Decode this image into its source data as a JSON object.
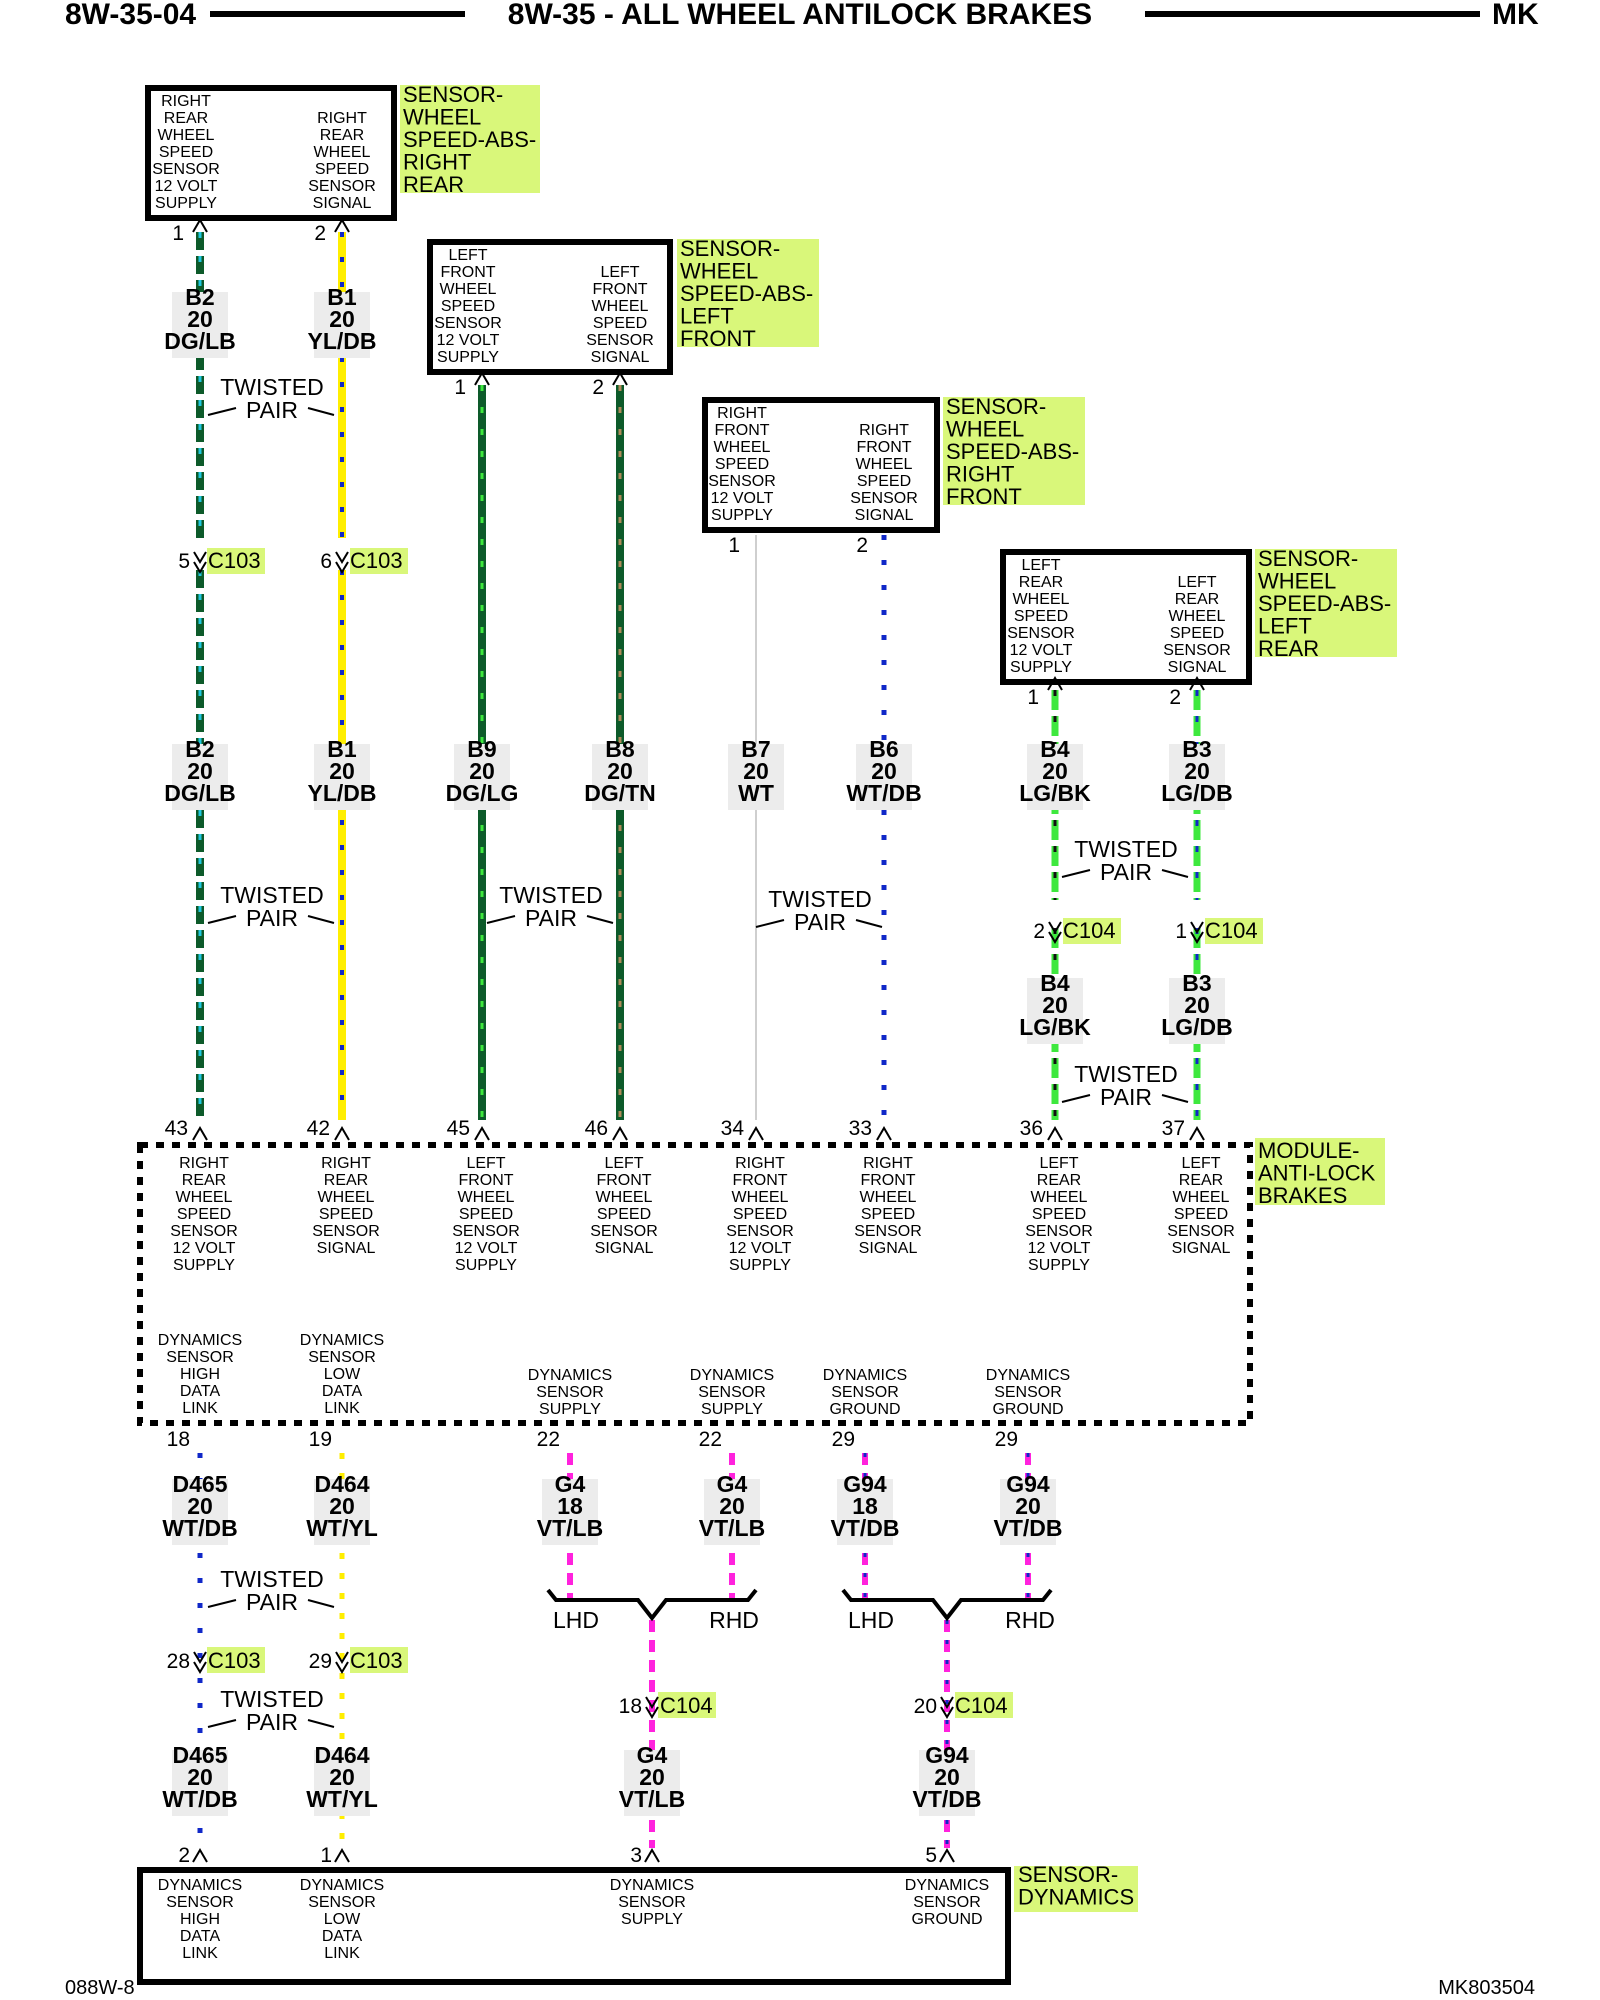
{
  "header": {
    "left": "8W-35-04",
    "title": "8W-35 - ALL WHEEL ANTILOCK BRAKES",
    "right": "MK"
  },
  "footer": {
    "left": "088W-8",
    "right": "MK803504"
  },
  "colors": {
    "DG": "#0d5a2a",
    "LB": "#1ec8e0",
    "YL": "#ffee00",
    "DB": "#1028c8",
    "LG": "#3ee83e",
    "TN": "#b08a5a",
    "WT": "#e8e8e8",
    "BK": "#111111",
    "VT": "#ff22dd",
    "highlight": "#d9f77a"
  },
  "components": [
    {
      "id": "rr",
      "name": [
        "SENSOR-",
        "WHEEL",
        "SPEED-ABS-",
        "RIGHT",
        "REAR"
      ],
      "pins": [
        {
          "num": "1",
          "label": [
            "RIGHT",
            "REAR",
            "WHEEL",
            "SPEED",
            "SENSOR",
            "12 VOLT",
            "SUPPLY"
          ]
        },
        {
          "num": "2",
          "label": [
            "RIGHT",
            "REAR",
            "WHEEL",
            "SPEED",
            "SENSOR",
            "SIGNAL"
          ]
        }
      ]
    },
    {
      "id": "lf",
      "name": [
        "SENSOR-",
        "WHEEL",
        "SPEED-ABS-",
        "LEFT",
        "FRONT"
      ],
      "pins": [
        {
          "num": "1",
          "label": [
            "LEFT",
            "FRONT",
            "WHEEL",
            "SPEED",
            "SENSOR",
            "12 VOLT",
            "SUPPLY"
          ]
        },
        {
          "num": "2",
          "label": [
            "LEFT",
            "FRONT",
            "WHEEL",
            "SPEED",
            "SENSOR",
            "SIGNAL"
          ]
        }
      ]
    },
    {
      "id": "rf",
      "name": [
        "SENSOR-",
        "WHEEL",
        "SPEED-ABS-",
        "RIGHT",
        "FRONT"
      ],
      "pins": [
        {
          "num": "1",
          "label": [
            "RIGHT",
            "FRONT",
            "WHEEL",
            "SPEED",
            "SENSOR",
            "12 VOLT",
            "SUPPLY"
          ]
        },
        {
          "num": "2",
          "label": [
            "RIGHT",
            "FRONT",
            "WHEEL",
            "SPEED",
            "SENSOR",
            "SIGNAL"
          ]
        }
      ]
    },
    {
      "id": "lr",
      "name": [
        "SENSOR-",
        "WHEEL",
        "SPEED-ABS-",
        "LEFT",
        "REAR"
      ],
      "pins": [
        {
          "num": "1",
          "label": [
            "LEFT",
            "REAR",
            "WHEEL",
            "SPEED",
            "SENSOR",
            "12 VOLT",
            "SUPPLY"
          ]
        },
        {
          "num": "2",
          "label": [
            "LEFT",
            "REAR",
            "WHEEL",
            "SPEED",
            "SENSOR",
            "SIGNAL"
          ]
        }
      ]
    }
  ],
  "module": {
    "name": [
      "MODULE-",
      "ANTI-LOCK",
      "BRAKES"
    ],
    "top_pins": [
      {
        "num": "43",
        "label": [
          "RIGHT",
          "REAR",
          "WHEEL",
          "SPEED",
          "SENSOR",
          "12 VOLT",
          "SUPPLY"
        ]
      },
      {
        "num": "42",
        "label": [
          "RIGHT",
          "REAR",
          "WHEEL",
          "SPEED",
          "SENSOR",
          "SIGNAL"
        ]
      },
      {
        "num": "45",
        "label": [
          "LEFT",
          "FRONT",
          "WHEEL",
          "SPEED",
          "SENSOR",
          "12 VOLT",
          "SUPPLY"
        ]
      },
      {
        "num": "46",
        "label": [
          "LEFT",
          "FRONT",
          "WHEEL",
          "SPEED",
          "SENSOR",
          "SIGNAL"
        ]
      },
      {
        "num": "34",
        "label": [
          "RIGHT",
          "FRONT",
          "WHEEL",
          "SPEED",
          "SENSOR",
          "12 VOLT",
          "SUPPLY"
        ]
      },
      {
        "num": "33",
        "label": [
          "RIGHT",
          "FRONT",
          "WHEEL",
          "SPEED",
          "SENSOR",
          "SIGNAL"
        ]
      },
      {
        "num": "36",
        "label": [
          "LEFT",
          "REAR",
          "WHEEL",
          "SPEED",
          "SENSOR",
          "12 VOLT",
          "SUPPLY"
        ]
      },
      {
        "num": "37",
        "label": [
          "LEFT",
          "REAR",
          "WHEEL",
          "SPEED",
          "SENSOR",
          "SIGNAL"
        ]
      }
    ],
    "bottom_pins": [
      {
        "num": "18",
        "label": [
          "DYNAMICS",
          "SENSOR",
          "HIGH",
          "DATA",
          "LINK"
        ]
      },
      {
        "num": "19",
        "label": [
          "DYNAMICS",
          "SENSOR",
          "LOW",
          "DATA",
          "LINK"
        ]
      },
      {
        "num": "22",
        "label": [
          "DYNAMICS",
          "SENSOR",
          "SUPPLY"
        ]
      },
      {
        "num": "22",
        "label": [
          "DYNAMICS",
          "SENSOR",
          "SUPPLY"
        ]
      },
      {
        "num": "29",
        "label": [
          "DYNAMICS",
          "SENSOR",
          "GROUND"
        ]
      },
      {
        "num": "29",
        "label": [
          "DYNAMICS",
          "SENSOR",
          "GROUND"
        ]
      }
    ]
  },
  "dyn_sensor": {
    "name": [
      "SENSOR-",
      "DYNAMICS"
    ],
    "pins": [
      {
        "num": "2",
        "label": [
          "DYNAMICS",
          "SENSOR",
          "HIGH",
          "DATA",
          "LINK"
        ]
      },
      {
        "num": "1",
        "label": [
          "DYNAMICS",
          "SENSOR",
          "LOW",
          "DATA",
          "LINK"
        ]
      },
      {
        "num": "3",
        "label": [
          "DYNAMICS",
          "SENSOR",
          "SUPPLY"
        ]
      },
      {
        "num": "5",
        "label": [
          "DYNAMICS",
          "SENSOR",
          "GROUND"
        ]
      }
    ]
  },
  "wire_tags": [
    {
      "circuit": "B2",
      "gauge": "20",
      "color": "DG/LB"
    },
    {
      "circuit": "B1",
      "gauge": "20",
      "color": "YL/DB"
    },
    {
      "circuit": "B2",
      "gauge": "20",
      "color": "DG/LB"
    },
    {
      "circuit": "B1",
      "gauge": "20",
      "color": "YL/DB"
    },
    {
      "circuit": "B9",
      "gauge": "20",
      "color": "DG/LG"
    },
    {
      "circuit": "B8",
      "gauge": "20",
      "color": "DG/TN"
    },
    {
      "circuit": "B7",
      "gauge": "20",
      "color": "WT"
    },
    {
      "circuit": "B6",
      "gauge": "20",
      "color": "WT/DB"
    },
    {
      "circuit": "B4",
      "gauge": "20",
      "color": "LG/BK"
    },
    {
      "circuit": "B3",
      "gauge": "20",
      "color": "LG/DB"
    },
    {
      "circuit": "B4",
      "gauge": "20",
      "color": "LG/BK"
    },
    {
      "circuit": "B3",
      "gauge": "20",
      "color": "LG/DB"
    },
    {
      "circuit": "D465",
      "gauge": "20",
      "color": "WT/DB"
    },
    {
      "circuit": "D464",
      "gauge": "20",
      "color": "WT/YL"
    },
    {
      "circuit": "G4",
      "gauge": "18",
      "color": "VT/LB"
    },
    {
      "circuit": "G4",
      "gauge": "20",
      "color": "VT/LB"
    },
    {
      "circuit": "G94",
      "gauge": "18",
      "color": "VT/DB"
    },
    {
      "circuit": "G94",
      "gauge": "20",
      "color": "VT/DB"
    },
    {
      "circuit": "D465",
      "gauge": "20",
      "color": "WT/DB"
    },
    {
      "circuit": "D464",
      "gauge": "20",
      "color": "WT/YL"
    },
    {
      "circuit": "G4",
      "gauge": "20",
      "color": "VT/LB"
    },
    {
      "circuit": "G94",
      "gauge": "20",
      "color": "VT/DB"
    }
  ],
  "connectors": [
    {
      "pin": "5",
      "name": "C103"
    },
    {
      "pin": "6",
      "name": "C103"
    },
    {
      "pin": "2",
      "name": "C104"
    },
    {
      "pin": "1",
      "name": "C104"
    },
    {
      "pin": "28",
      "name": "C103"
    },
    {
      "pin": "29",
      "name": "C103"
    },
    {
      "pin": "18",
      "name": "C104"
    },
    {
      "pin": "20",
      "name": "C104"
    }
  ],
  "twisted_pair": [
    "TWISTED",
    "PAIR"
  ],
  "splits": [
    {
      "left": "LHD",
      "right": "RHD"
    },
    {
      "left": "LHD",
      "right": "RHD"
    }
  ]
}
